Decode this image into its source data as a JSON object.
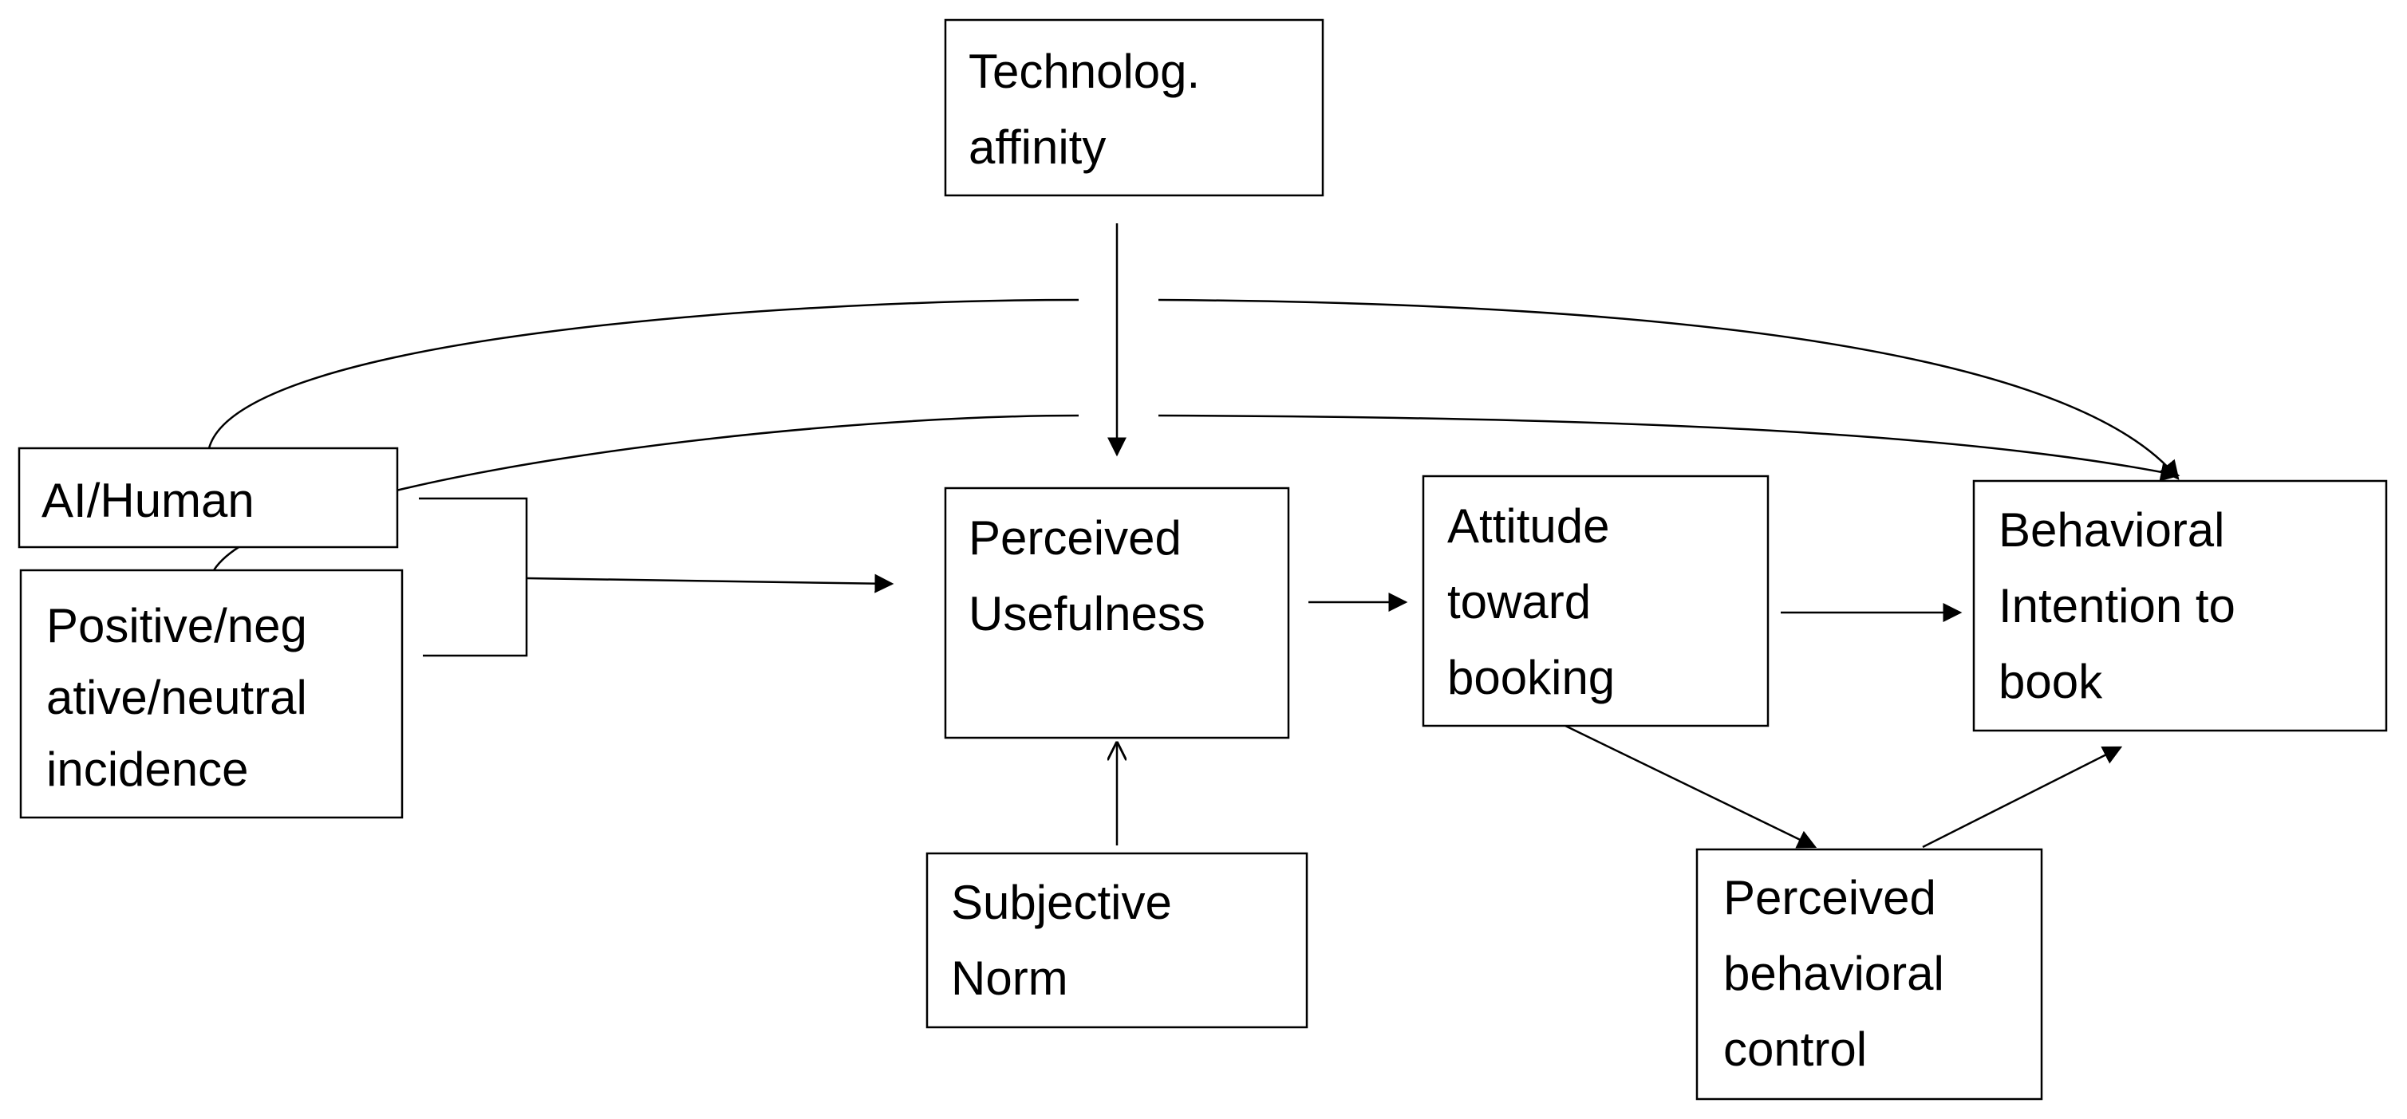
{
  "nodes": {
    "tech_affinity": {
      "lines": [
        "Technolog.",
        "affinity"
      ]
    },
    "ai_human": {
      "lines": [
        "AI/Human"
      ]
    },
    "incidence": {
      "lines": [
        "Positive/neg",
        "ative/neutral",
        "incidence"
      ]
    },
    "perceived_usefulness": {
      "lines": [
        "Perceived",
        "Usefulness"
      ]
    },
    "attitude": {
      "lines": [
        "Attitude",
        "toward",
        "booking"
      ]
    },
    "intention": {
      "lines": [
        "Behavioral",
        "Intention to",
        "book"
      ]
    },
    "subjective_norm": {
      "lines": [
        "Subjective",
        "Norm"
      ]
    },
    "pbc": {
      "lines": [
        "Perceived",
        "behavioral",
        "control"
      ]
    }
  }
}
